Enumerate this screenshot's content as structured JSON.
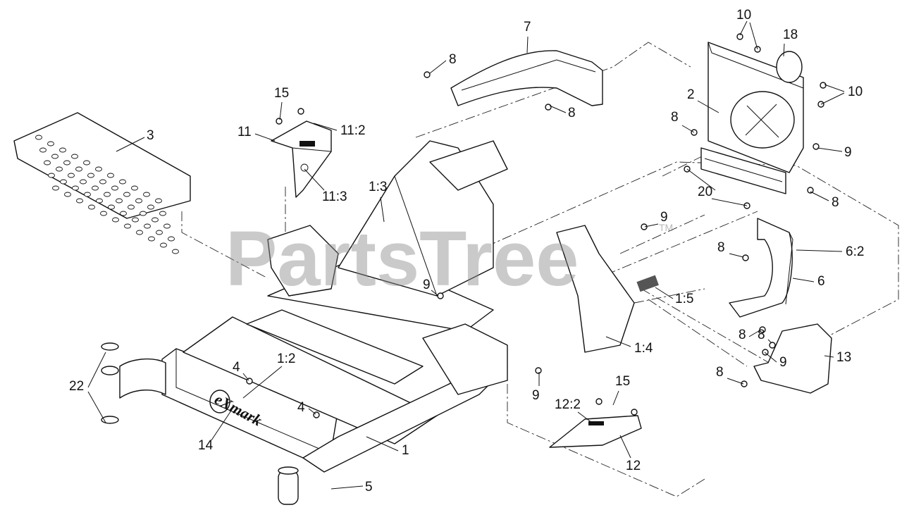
{
  "watermark": {
    "text": "PartsTree",
    "trademark": "TM"
  },
  "frame_logo": "eXmark",
  "callouts": [
    "1",
    "1:2",
    "1:3",
    "1:4",
    "1:5",
    "2",
    "3",
    "4",
    "4",
    "5",
    "6",
    "6:2",
    "7",
    "8",
    "8",
    "8",
    "8",
    "8",
    "8",
    "8",
    "8",
    "9",
    "9",
    "9",
    "9",
    "9",
    "10",
    "10",
    "11",
    "11:2",
    "11:3",
    "12",
    "12:2",
    "13",
    "14",
    "15",
    "15",
    "18",
    "20",
    "22"
  ]
}
